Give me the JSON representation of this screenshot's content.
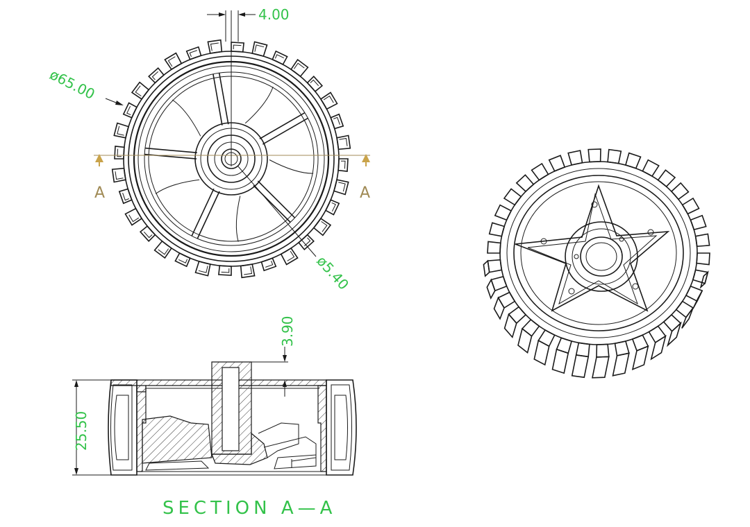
{
  "dimensions": {
    "top_width": "4.00",
    "outer_diameter": "ø65.00",
    "hub_diameter": "ø5.40",
    "hub_offset": "3.90",
    "height": "25.50"
  },
  "section_markers": {
    "left": "A",
    "right": "A"
  },
  "section_title": "SECTION A—A",
  "colors": {
    "dimension": "#33c24a",
    "linework": "#1a1a1a",
    "centerline": "#a08a55",
    "arrow": "#c9a34a"
  }
}
